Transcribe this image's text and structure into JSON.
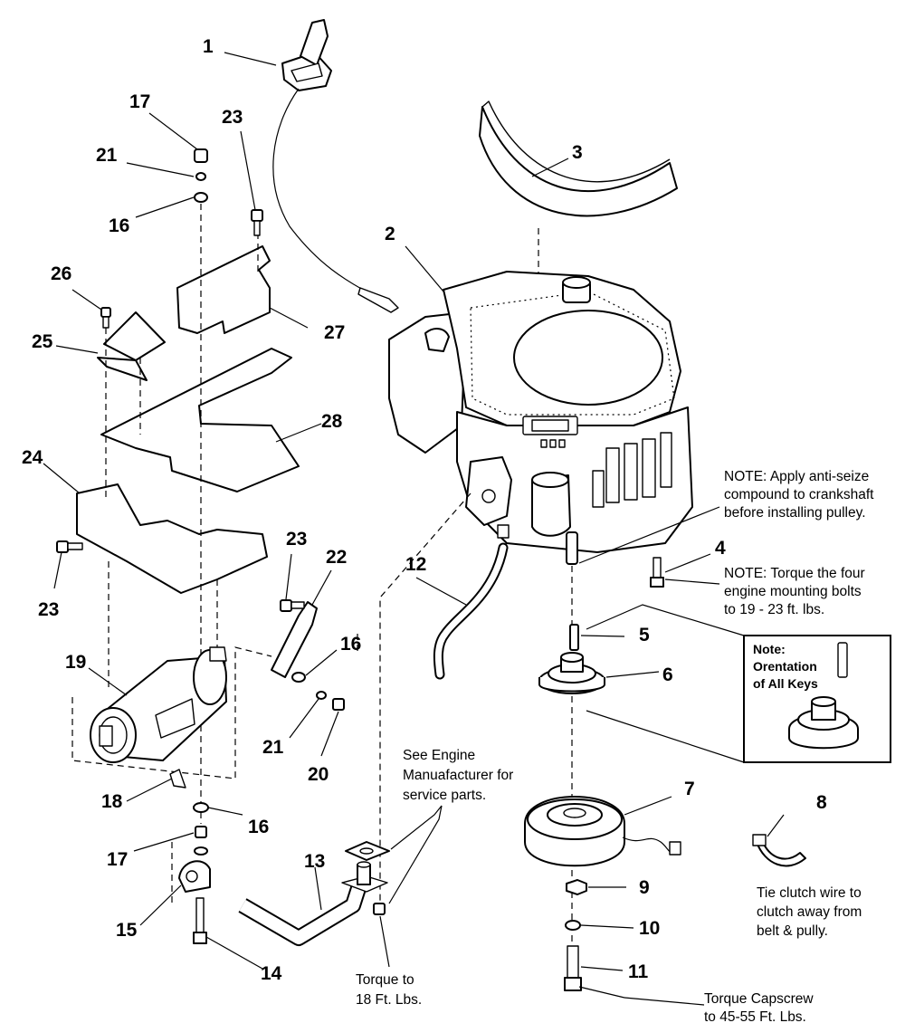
{
  "labels": {
    "p1": "1",
    "p2": "2",
    "p3": "3",
    "p4": "4",
    "p5": "5",
    "p6": "6",
    "p7": "7",
    "p8": "8",
    "p9": "9",
    "p10": "10",
    "p11": "11",
    "p12": "12",
    "p13": "13",
    "p14": "14",
    "p15": "15",
    "p16a": "16",
    "p16b": "16",
    "p16c": "16",
    "p17a": "17",
    "p17b": "17",
    "p18": "18",
    "p19": "19",
    "p20": "20",
    "p21a": "21",
    "p21b": "21",
    "p22": "22",
    "p23a": "23",
    "p23b": "23",
    "p23c": "23",
    "p24": "24",
    "p25": "25",
    "p26": "26",
    "p27": "27",
    "p28": "28"
  },
  "notes": {
    "anti_seize": [
      "NOTE: Apply anti-seize",
      "compound to crankshaft",
      "before installing pulley."
    ],
    "torque_bolts": [
      "NOTE: Torque the four",
      "engine mounting bolts",
      "to 19 - 23 ft. lbs."
    ],
    "keys_box": [
      "Note:",
      "Orentation",
      "of All Keys"
    ],
    "engine_mfr": [
      "See Engine",
      "Manuafacturer for",
      "service parts."
    ],
    "tie_clutch": [
      "Tie clutch wire to",
      "clutch away from",
      "belt & pully."
    ],
    "torque_muffler": [
      "Torque to",
      "18 Ft. Lbs."
    ],
    "torque_capscrew": [
      "Torque Capscrew",
      "to 45-55 Ft. Lbs."
    ]
  }
}
